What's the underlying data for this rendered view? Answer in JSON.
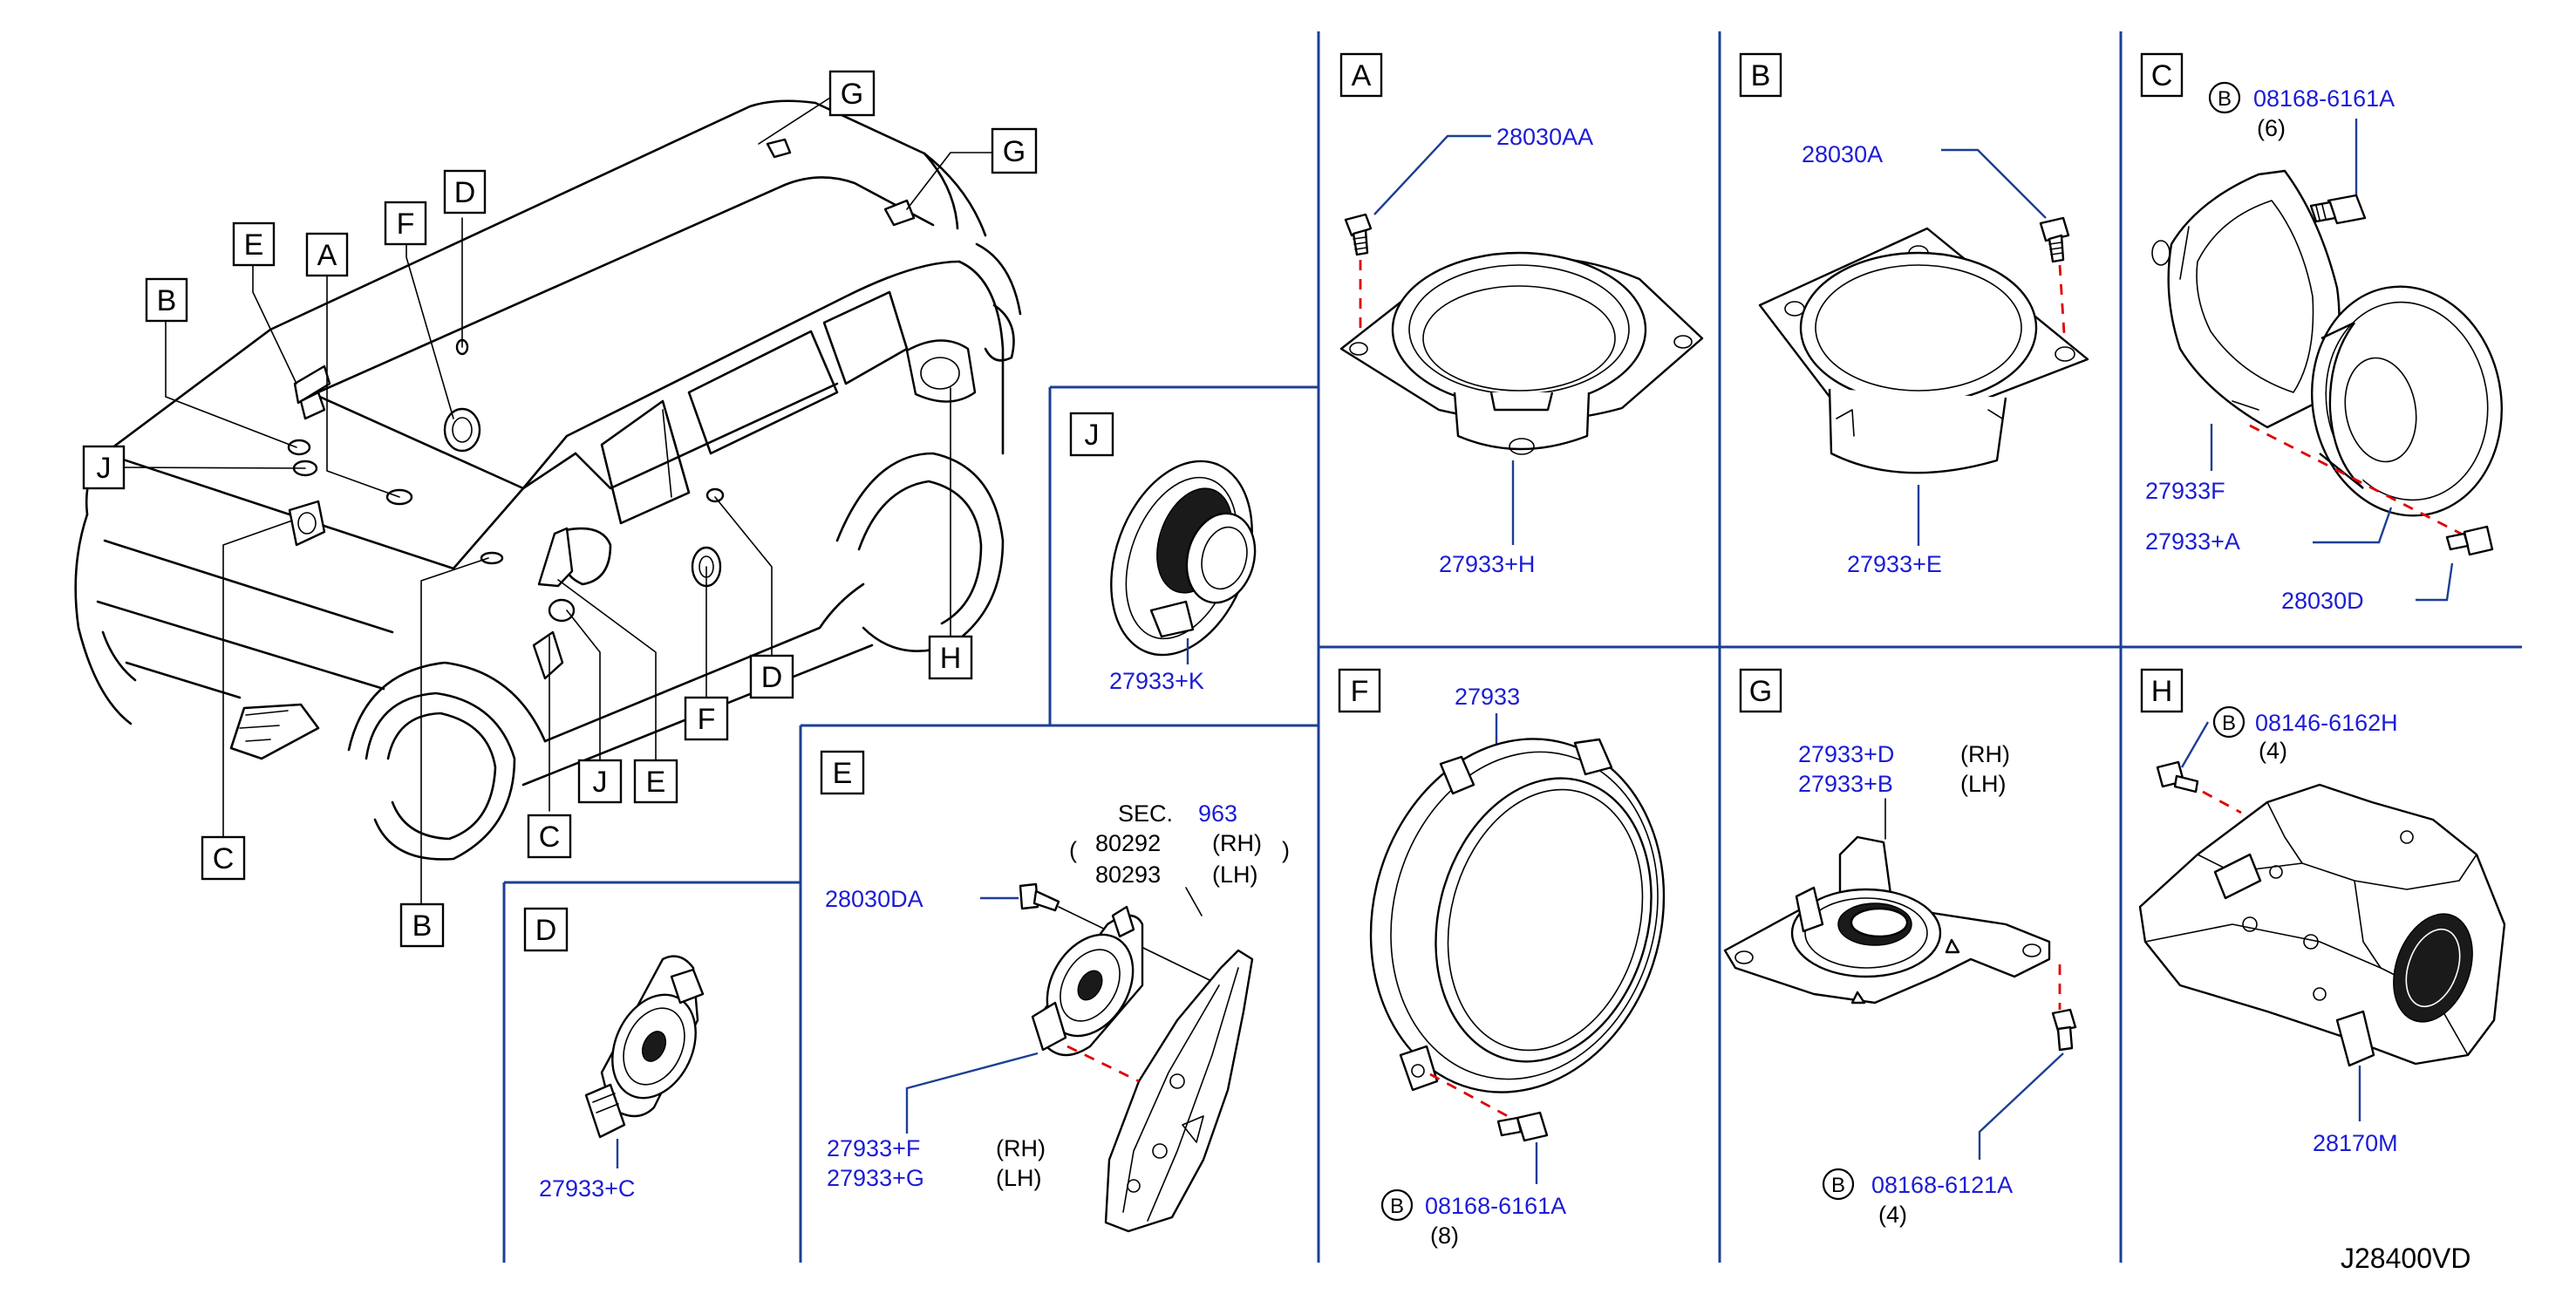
{
  "diagram_code": "J28400VD",
  "callouts": {
    "B": "B",
    "E": "E",
    "A": "A",
    "F": "F",
    "D": "D",
    "G": "G",
    "J": "J",
    "C": "C",
    "H": "H"
  },
  "panels": {
    "A": {
      "label": "A",
      "bolt": "28030AA",
      "speaker": "27933+H"
    },
    "B": {
      "label": "B",
      "bolt": "28030A",
      "speaker": "27933+E"
    },
    "C": {
      "label": "C",
      "bolt_circle": "B",
      "bolt": "08168-6161A",
      "bolt_qty": "(6)",
      "bracket": "27933F",
      "speaker": "27933+A",
      "screw": "28030D"
    },
    "J": {
      "label": "J",
      "speaker": "27933+K"
    },
    "E": {
      "label": "E",
      "sec_prefix": "SEC.",
      "sec_no": "963",
      "ref1": "80292",
      "ref1_side": "(RH)",
      "ref2": "80293",
      "ref2_side": "(LH)",
      "screw": "28030DA",
      "speaker_rh": "27933+F",
      "speaker_rh_side": "(RH)",
      "speaker_lh": "27933+G",
      "speaker_lh_side": "(LH)"
    },
    "D": {
      "label": "D",
      "speaker": "27933+C"
    },
    "F": {
      "label": "F",
      "bracket": "27933",
      "bolt_circle": "B",
      "bolt": "08168-6161A",
      "bolt_qty": "(8)"
    },
    "G": {
      "label": "G",
      "speaker_rh": "27933+D",
      "speaker_rh_side": "(RH)",
      "speaker_lh": "27933+B",
      "speaker_lh_side": "(LH)",
      "bolt_circle": "B",
      "bolt": "08168-6121A",
      "bolt_qty": "(4)"
    },
    "H": {
      "label": "H",
      "bolt_circle": "B",
      "bolt": "08146-6162H",
      "bolt_qty": "(4)",
      "amp": "28170M"
    }
  },
  "colors": {
    "part_number": "#1c1cd6",
    "divider": "#1c3f94",
    "dashed": "#e00000"
  }
}
